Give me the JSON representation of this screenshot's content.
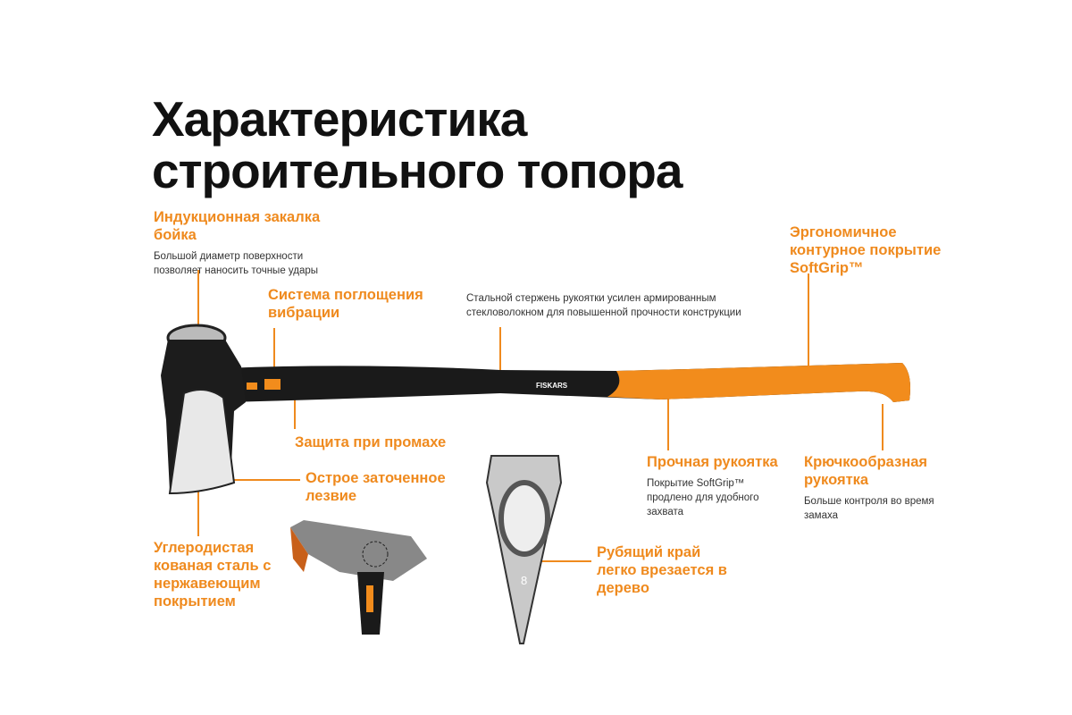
{
  "title": {
    "line1": "Характеристика",
    "line2": "строительного топора"
  },
  "brand": "FISKARS",
  "wedge_number": "8",
  "callouts": {
    "induction": {
      "title_1": "Индукционная закалка",
      "title_2": "бойка",
      "desc_1": "Большой диаметр поверхности",
      "desc_2": "позволяет наносить точные удары"
    },
    "vibration": {
      "title_1": "Система поглощения",
      "title_2": "вибрации"
    },
    "rod": {
      "desc_1": "Стальной стержень рукоятки усилен армированным",
      "desc_2": "стекловолокном для повышенной прочности конструкции"
    },
    "ergonomic": {
      "title_1": "Эргономичное",
      "title_2": "контурное покрытие",
      "title_3": "SoftGrip™"
    },
    "miss": {
      "title_1": "Защита при промахе"
    },
    "blade": {
      "title_1": "Острое заточенное",
      "title_2": "лезвие"
    },
    "handle": {
      "title_1": "Прочная рукоятка",
      "desc_1": "Покрытие SoftGrip™",
      "desc_2": "продлено для удобного",
      "desc_3": "захвата"
    },
    "hook": {
      "title_1": "Крючкообразная",
      "title_2": "рукоятка",
      "desc_1": "Больше контроля во время",
      "desc_2": "замаха"
    },
    "steel": {
      "title_1": "Углеродистая",
      "title_2": "кованая сталь с",
      "title_3": "нержавеющим",
      "title_4": "покрытием"
    },
    "edge": {
      "title_1": "Рубящий край",
      "title_2": "легко врезается в",
      "title_3": "дерево"
    }
  },
  "colors": {
    "accent": "#ef8a1e",
    "dark": "#111111"
  }
}
